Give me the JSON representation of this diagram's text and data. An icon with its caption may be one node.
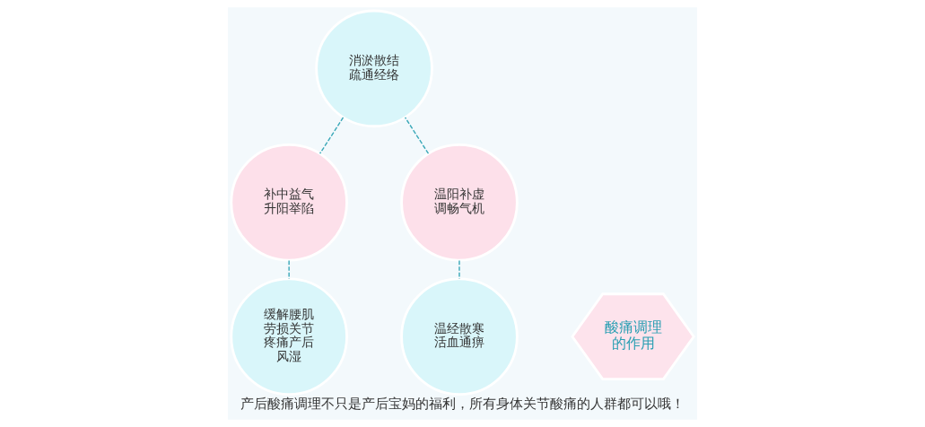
{
  "diagram": {
    "caption": "产后酸痛调理不只是产后宝妈的福利，所有身体关节酸痛的人群都可以哦！",
    "nodes": [
      {
        "text": [
          "消淤散结疏通经络"
        ]
      },
      {
        "text": [
          "温阳补虚调畅气机"
        ]
      },
      {
        "text": [
          "补中益气升阳举陷"
        ]
      },
      {
        "text": [
          "温经散寒活血通痹"
        ]
      },
      {
        "text": [
          "酸痛调理的作用"
        ]
      },
      {
        "text": [
          "缓解腰肌劳损关节疼痛产后风湿"
        ]
      }
    ],
    "edges": [
      {
        "from": 1,
        "to": 0,
        "arrow": "none",
        "style": "dashed"
      },
      {
        "from": 0,
        "to": 2,
        "arrow": "none",
        "style": "dashed"
      },
      {
        "from": 1,
        "to": 3,
        "arrow": "none",
        "style": "dashed"
      },
      {
        "from": 2,
        "to": 5,
        "arrow": "none",
        "style": "dashed"
      }
    ]
  }
}
